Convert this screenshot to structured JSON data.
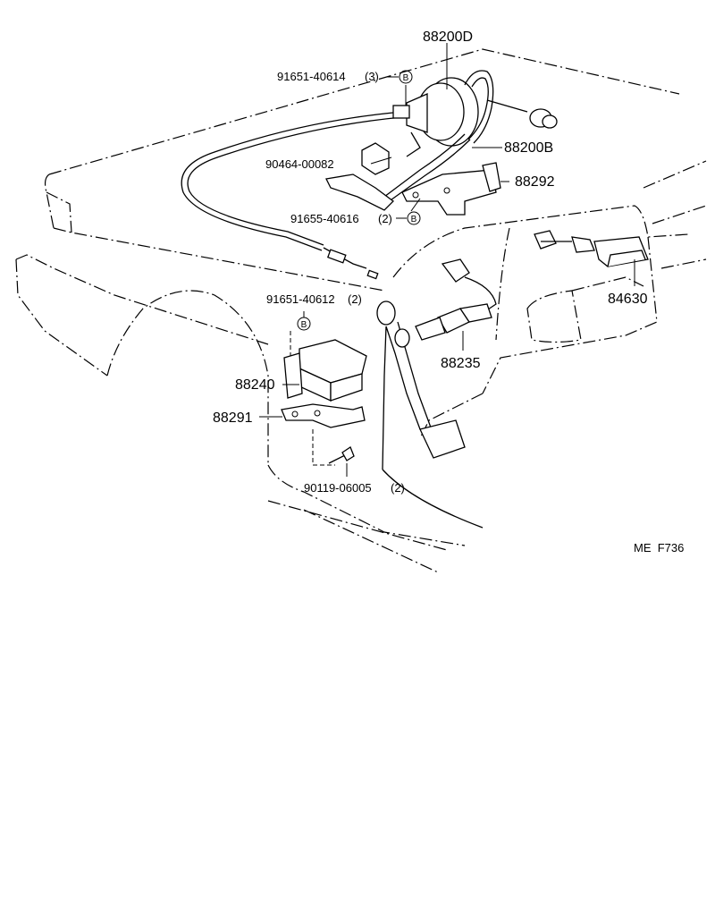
{
  "labels": {
    "p88200D": "88200D",
    "p91651_40614": "91651-40614",
    "p91651_40614_qty": "(3)",
    "p88200B": "88200B",
    "p90464_00082": "90464-00082",
    "p88292": "88292",
    "p91655_40616": "91655-40616",
    "p91655_40616_qty": "(2)",
    "p84630": "84630",
    "p91651_40612": "91651-40612",
    "p91651_40612_qty": "(2)",
    "p88235": "88235",
    "p88240": "88240",
    "p88291": "88291",
    "p90119_06005": "90119-06005",
    "p90119_06005_qty": "(2)",
    "bolt_mark": "B",
    "figure_code": "ME  F736"
  }
}
